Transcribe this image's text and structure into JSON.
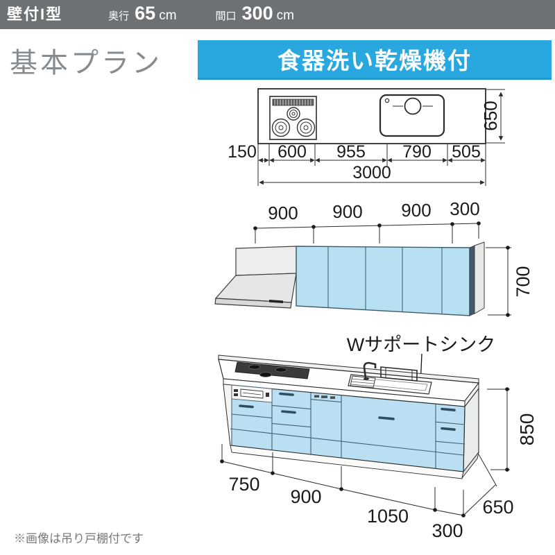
{
  "header": {
    "type": "壁付I型",
    "depth_label": "奥行",
    "depth_value": "65",
    "depth_unit": "cm",
    "width_label": "間口",
    "width_value": "300",
    "width_unit": "cm"
  },
  "plan_title": "基本プラン",
  "banner": {
    "label": "食器洗い乾燥機付"
  },
  "top_view": {
    "widths": [
      "150",
      "600",
      "955",
      "790",
      "505"
    ],
    "total_width": "3000",
    "depth": "650"
  },
  "wall_cabinet_view": {
    "widths": [
      "900",
      "900",
      "900",
      "300"
    ],
    "height": "700"
  },
  "front_view": {
    "sink_label": "Wサポートシンク",
    "widths": [
      "750",
      "900",
      "1050",
      "300"
    ],
    "depth": "650",
    "height": "850"
  },
  "footnote": "※画像は吊り戸棚付です",
  "colors": {
    "header_bg": "#6d7174",
    "banner_blue": "#29a8e0",
    "cabinet_blue": "#b7e0f3",
    "title_gray": "#868b8f"
  }
}
